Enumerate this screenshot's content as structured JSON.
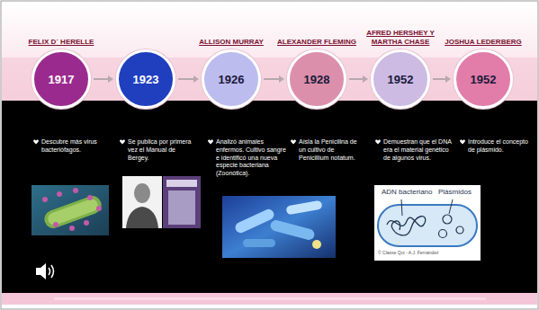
{
  "diagram": {
    "nodes": [
      {
        "text": [
          "FELIX D´ HERELLE",
          "1917"
        ]
      },
      {
        "text": [
          "1923"
        ]
      },
      {
        "text": [
          "ALLISON MURRAY",
          "1926"
        ]
      },
      {
        "text": [
          "ALEXANDER FLEMING",
          "1928"
        ]
      },
      {
        "text": [
          "AFRED HERSHEY Y MARTHA CHASE",
          "1952"
        ]
      },
      {
        "text": [
          "JOSHUA LEDERBERG",
          "1952"
        ]
      }
    ],
    "edges": [
      {
        "from": 0,
        "to": 1,
        "arrow": "to"
      },
      {
        "from": 1,
        "to": 2,
        "arrow": "to"
      },
      {
        "from": 2,
        "to": 3,
        "arrow": "to"
      },
      {
        "from": 3,
        "to": 4,
        "arrow": "to"
      },
      {
        "from": 4,
        "to": 5,
        "arrow": "to"
      }
    ],
    "labels": [
      "Descubre más virus bacteriófagos.",
      "Se publica por primera vez el Manual de Bergey.",
      "Analizó animales enfermos. Cultivo sangre e identificó una nueva especie bacteriana (Zoonótica).",
      "Aísla la Penicilina de un cultivo de Penicillium notatum.",
      "Demuestran que el DNA era el material genético de algunos virus.",
      "Introduce el concepto de plásmido.",
      "ADN bacteriano",
      "Plásmidos",
      "© Classe Qui - A.J. Fernández"
    ]
  }
}
